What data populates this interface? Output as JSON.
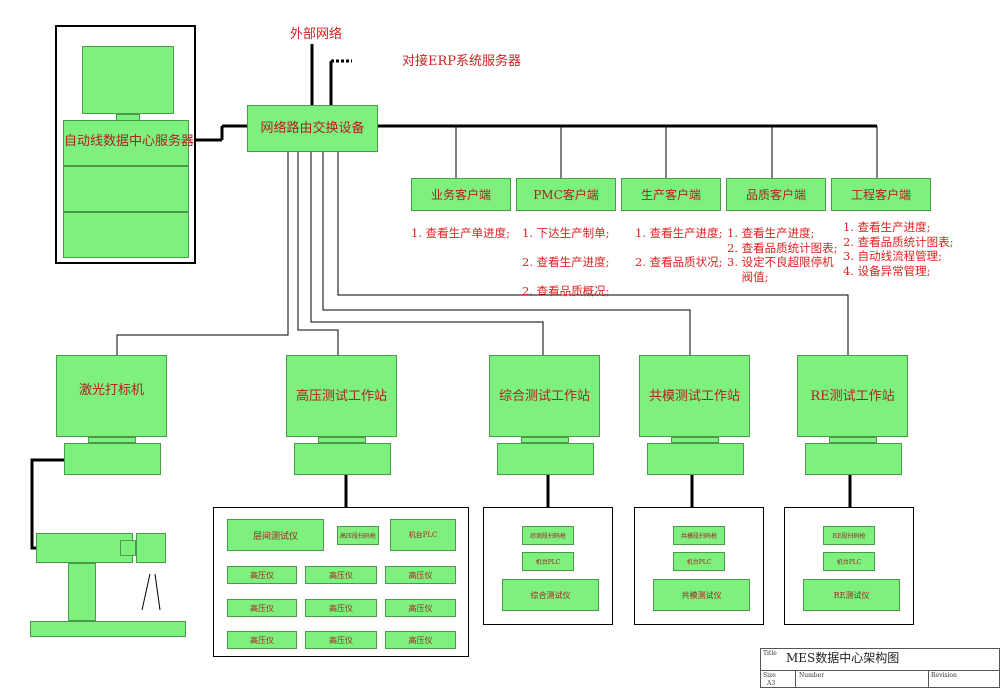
{
  "external_network": "外部网络",
  "erp_label": "对接ERP系统服务器",
  "router_label": "网络路由交换设备",
  "server_label": "自动线数据中心服务器",
  "clients": [
    {
      "name": "业务客户端",
      "items": "1. 查看生产单进度;"
    },
    {
      "name": "PMC客户端",
      "items": "1. 下达生产制单;\n\n2. 查看生产进度;\n\n2. 查看品质概况;"
    },
    {
      "name": "生产客户端",
      "items": "1. 查看生产进度;\n\n2. 查看品质状况;"
    },
    {
      "name": "品质客户端",
      "items": "1. 查看生产进度;\n2. 查看品质统计图表;\n3. 设定不良超限停机\n    阀值;"
    },
    {
      "name": "工程客户端",
      "items": "1. 查看生产进度;\n2. 查看品质统计图表;\n3. 自动线流程管理;\n4. 设备异常管理;"
    }
  ],
  "stations": [
    "激光打标机",
    "高压测试工作站",
    "综合测试工作站",
    "共模测试工作站",
    "RE测试工作站"
  ],
  "hv_group": {
    "interlayer": "层间测试仪",
    "scanner": "高压段扫码枪",
    "plc": "机台PLC",
    "hv_unit": "高压仪"
  },
  "combo_group": {
    "scanner": "综测段扫码枪",
    "plc": "机台PLC",
    "tester": "综合测试仪"
  },
  "cm_group": {
    "scanner": "共模段扫码枪",
    "plc": "机台PLC",
    "tester": "共模测试仪"
  },
  "re_group": {
    "scanner": "RE段扫码枪",
    "plc": "机台PLC",
    "tester": "RE测试仪"
  },
  "title_block": {
    "title_caption": "Title",
    "title": "MES数据中心架构图",
    "size_caption": "Size",
    "size": "A3",
    "number_caption": "Number",
    "revision_caption": "Revision"
  }
}
